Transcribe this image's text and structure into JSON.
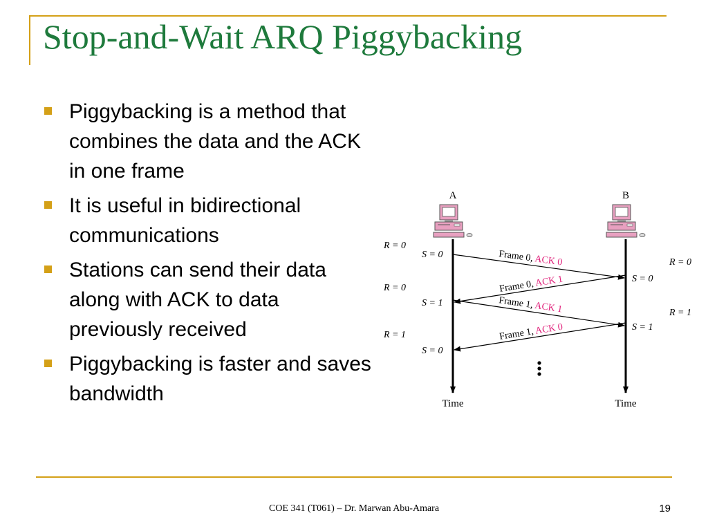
{
  "slide": {
    "title": "Stop-and-Wait ARQ Piggybacking",
    "footer": "COE 341 (T061) – Dr. Marwan Abu-Amara",
    "page_number": "19"
  },
  "bullets": [
    "Piggybacking is a method that combines the data and the ACK in one frame",
    "It is useful in bidirectional communications",
    "Stations can send their data along with ACK to data previously received",
    "Piggybacking is faster and saves bandwidth"
  ],
  "diagram": {
    "station_a": "A",
    "station_b": "B",
    "time_label_a": "Time",
    "time_label_b": "Time",
    "a_states": {
      "r1": "R = 0",
      "s1": "S = 0",
      "r2": "R = 0",
      "s2": "S = 1",
      "r3": "R = 1",
      "s3": "S = 0"
    },
    "b_states": {
      "r1": "R = 0",
      "s1": "S = 0",
      "r2": "R = 1",
      "s2": "S = 1"
    },
    "messages": [
      {
        "frame": "Frame 0,",
        "ack": "ACK 0"
      },
      {
        "frame": "Frame 0,",
        "ack": "ACK 1"
      },
      {
        "frame": "Frame 1,",
        "ack": "ACK 1"
      },
      {
        "frame": "Frame 1,",
        "ack": "ACK 0"
      }
    ]
  },
  "colors": {
    "title": "#1e7a3c",
    "accent": "#d4a017",
    "ack": "#e0207a",
    "computer": "#e8a0c0"
  }
}
